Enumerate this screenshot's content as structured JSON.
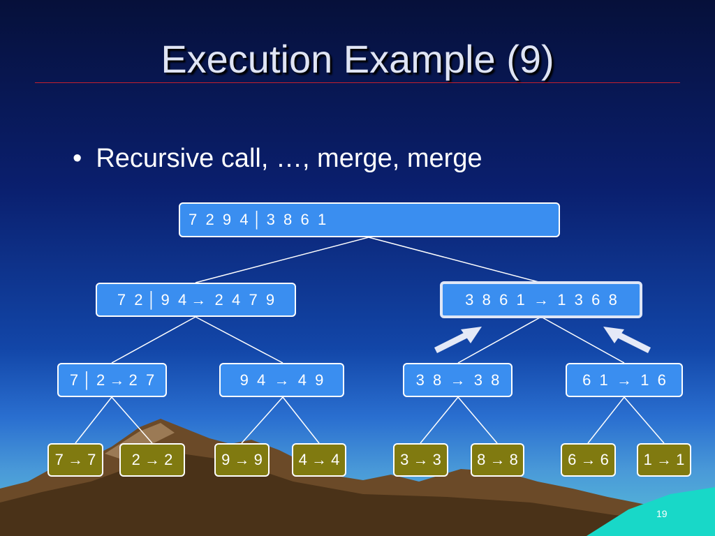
{
  "slide": {
    "title": "Execution Example (9)",
    "bullet_symbol": "•",
    "bullet_text": "Recursive call, …, merge, merge",
    "page_number": "19"
  },
  "tree": {
    "root": "7  2  9  4 │ 3  8  6  1",
    "level1_left": "7  2 │ 9  4 →  2  4  7  9",
    "level1_right": "3  8  6  1  →  1  3  6  8",
    "level2": [
      "7 │ 2 → 2  7",
      "9  4  →  4  9",
      "3  8  →  3  8",
      "6  1  →  1  6"
    ],
    "leaves": [
      "7 → 7",
      "2 → 2",
      "9 → 9",
      "4 → 4",
      "3 → 3",
      "8 → 8",
      "6 → 6",
      "1 → 1"
    ]
  },
  "colors": {
    "node_blue": "#3a8ef0",
    "leaf_olive": "#807a10",
    "title_rule": "#c4202e",
    "arrow": "#e4e9f7"
  }
}
